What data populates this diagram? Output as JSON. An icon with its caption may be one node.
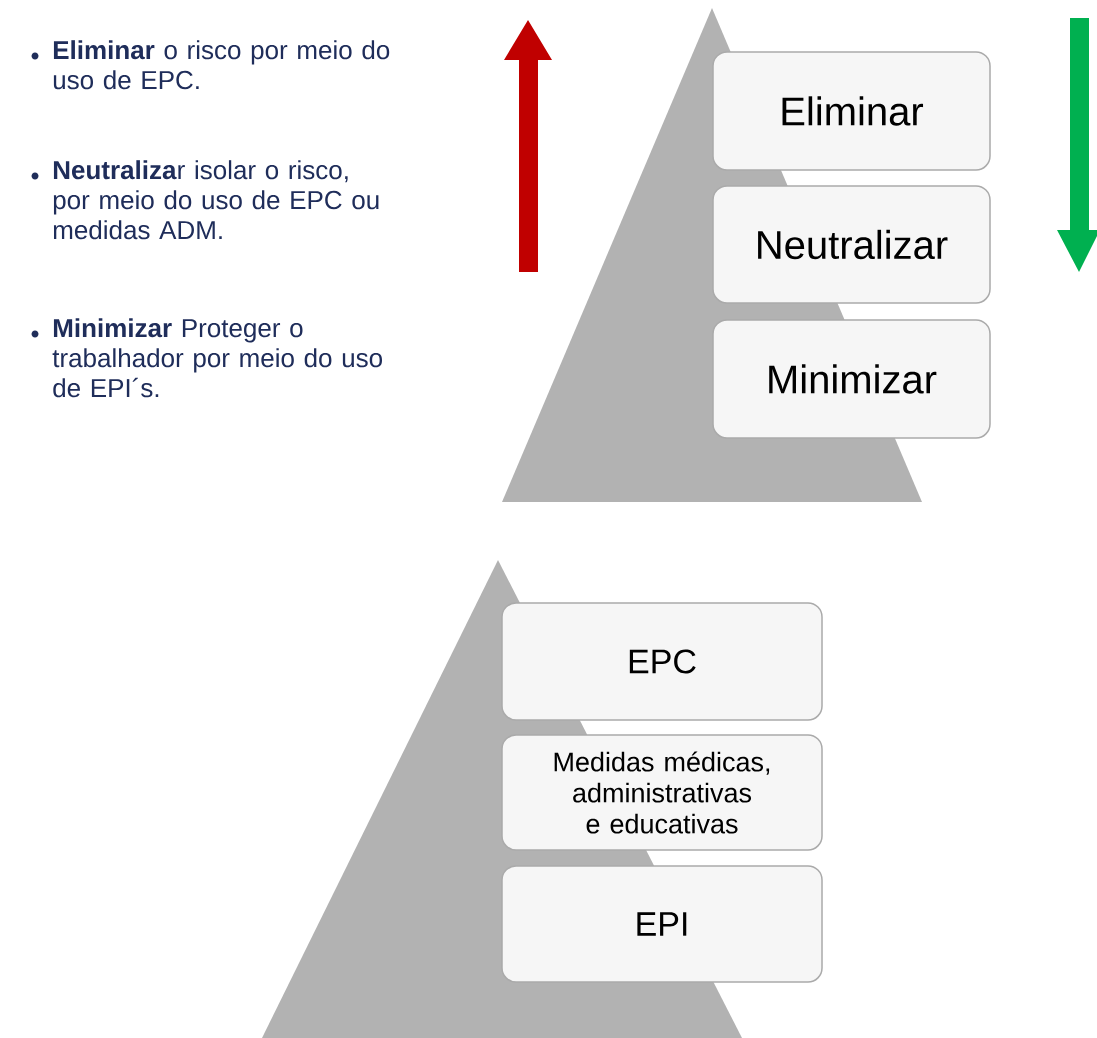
{
  "diagram": {
    "nodes": [
      {
        "text": [
          "Eliminar"
        ]
      },
      {
        "text": [
          "Neutralizar"
        ]
      },
      {
        "text": [
          "Minimizar"
        ]
      },
      {
        "text": [
          "EPC"
        ]
      },
      {
        "text": [
          "Medidas médicas, administrativas e educativas"
        ]
      },
      {
        "text": [
          "EPI"
        ]
      }
    ],
    "labels": [
      "**Eliminar** o risco por meio do uso de EPC.",
      "**Neutraliza**r isolar o risco, por meio do uso de EPC ou medidas ADM.",
      "**Minimizar** Proteger o trabalhador por meio do uso de EPI´s."
    ]
  }
}
